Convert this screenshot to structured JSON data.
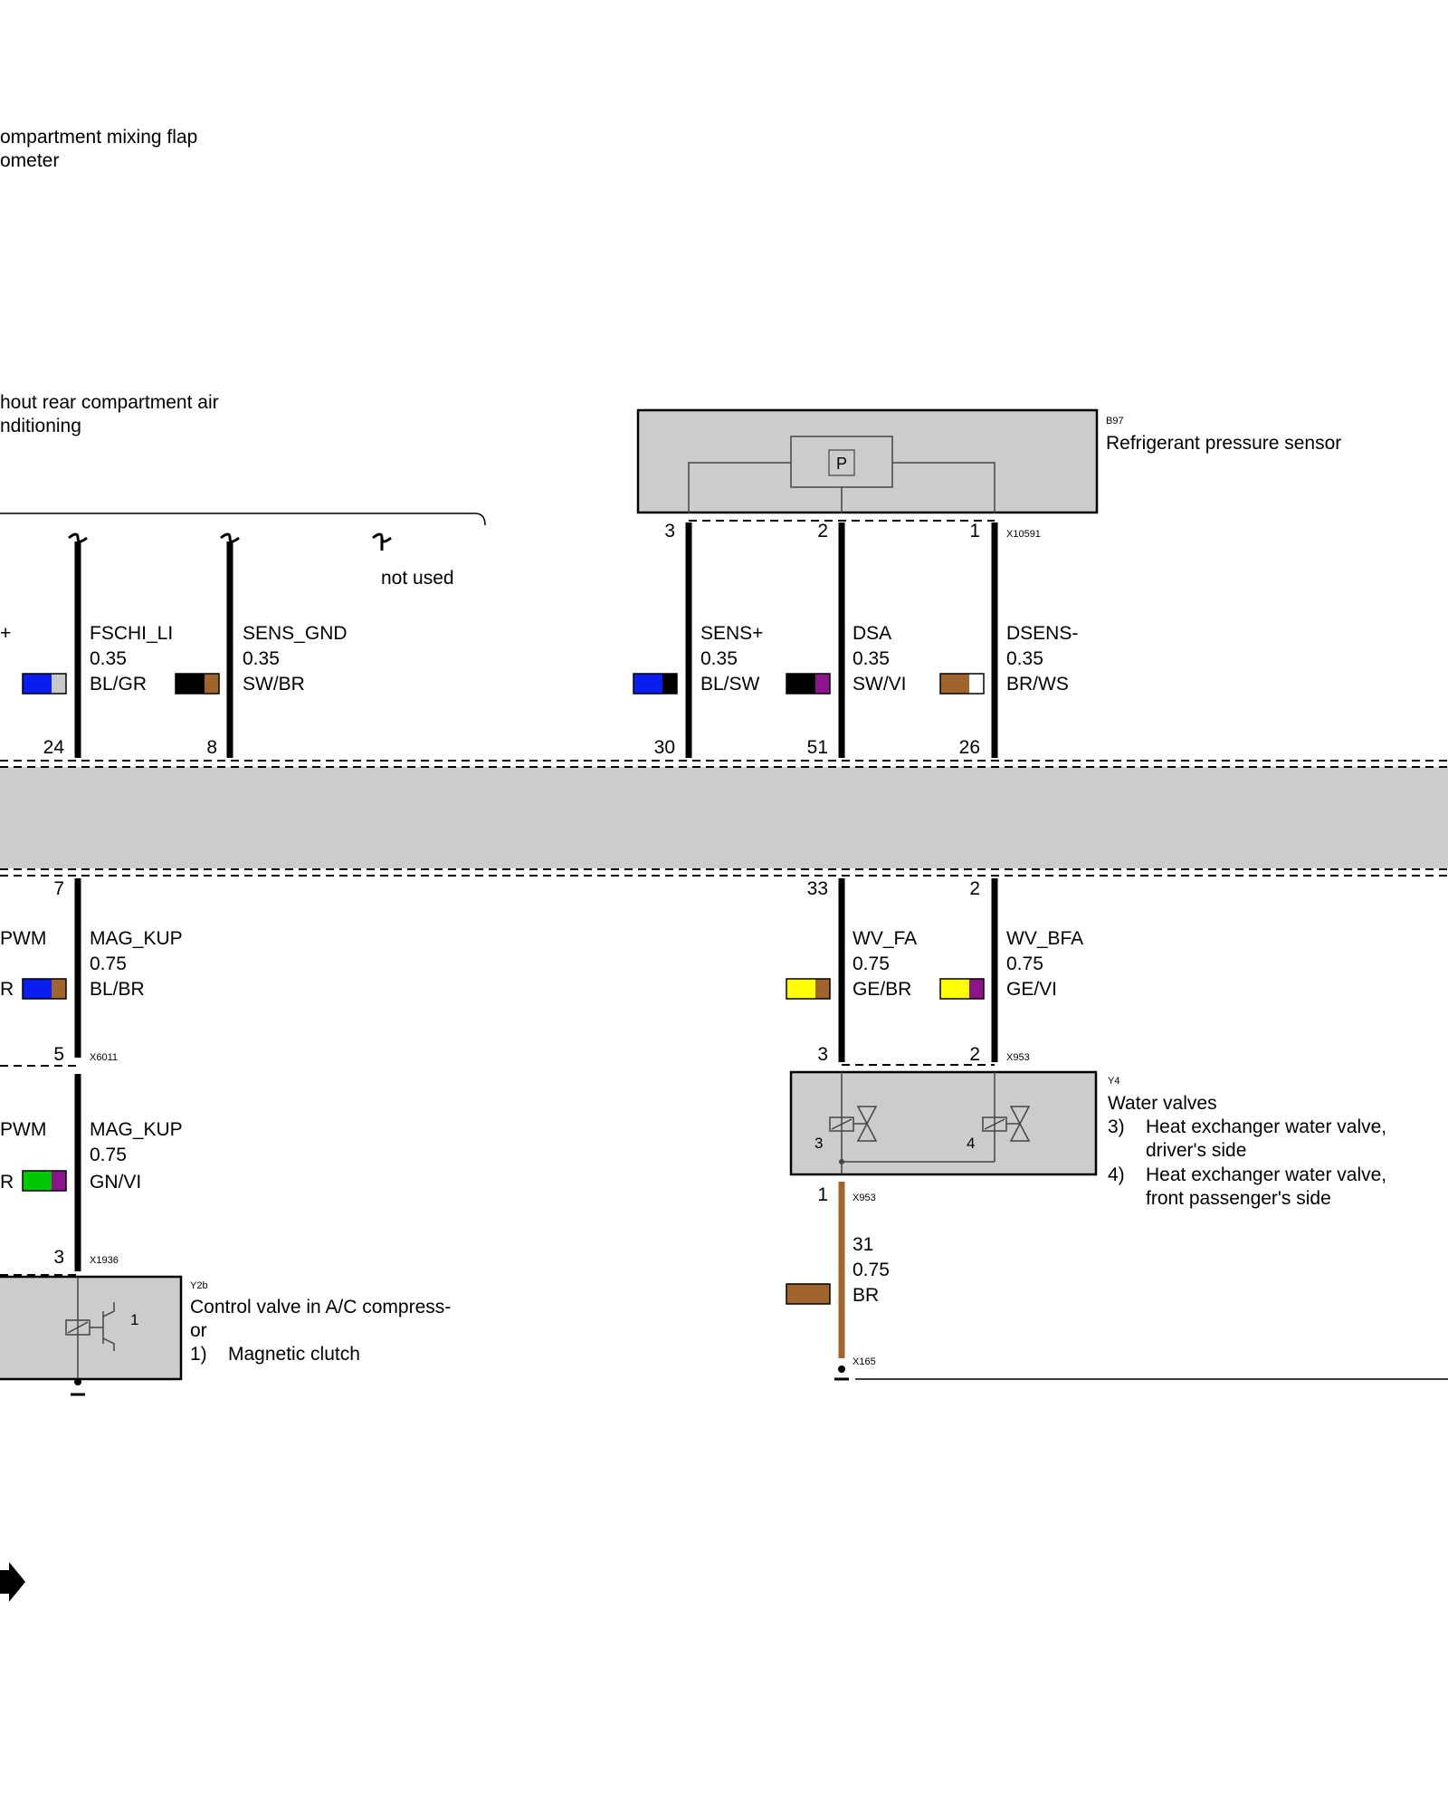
{
  "top_notes": {
    "line1": "ompartment mixing flap",
    "line2": "ometer",
    "line3": "hout rear compartment air",
    "line4": "nditioning",
    "not_used": "not used"
  },
  "sensor": {
    "tag": "B97",
    "name": "Refrigerant pressure sensor",
    "symbol": "P",
    "connector": "X10591",
    "pins": [
      "3",
      "2",
      "1"
    ]
  },
  "upper_wires": [
    {
      "id": "partial",
      "signal": "+",
      "size": "",
      "color": "",
      "pin": "24",
      "swatch": [
        "#0a1ef0",
        "#c8c8c8"
      ]
    },
    {
      "id": "fschi",
      "signal": "FSCHI_LI",
      "size": "0.35",
      "color": "BL/GR",
      "pin": "8",
      "swatch": [
        "#000000",
        "#a0642d"
      ]
    },
    {
      "id": "sens_gnd",
      "signal": "SENS_GND",
      "size": "0.35",
      "color": "SW/BR",
      "pin": "",
      "swatch": []
    },
    {
      "id": "sens_plus",
      "signal": "SENS+",
      "size": "0.35",
      "color": "BL/SW",
      "pin": "30",
      "swatch": [
        "#0a1ef0",
        "#000000"
      ]
    },
    {
      "id": "dsa",
      "signal": "DSA",
      "size": "0.35",
      "color": "SW/VI",
      "pin": "51",
      "swatch": [
        "#000000",
        "#8c148c"
      ]
    },
    {
      "id": "dsens",
      "signal": "DSENS-",
      "size": "0.35",
      "color": "BR/WS",
      "pin": "26",
      "swatch": [
        "#a0642d",
        "#ffffff"
      ]
    }
  ],
  "lower_wires": {
    "pwm1": "PWM",
    "r1": "R",
    "mag1_signal": "MAG_KUP",
    "mag1_size": "0.75",
    "mag1_color": "BL/BR",
    "mag1_pin_top": "7",
    "mag1_pin_bottom": "5",
    "mag1_connector": "X6011",
    "pwm2": "PWM",
    "r2": "R",
    "mag2_signal": "MAG_KUP",
    "mag2_size": "0.75",
    "mag2_color": "GN/VI",
    "mag2_pin": "3",
    "mag2_connector": "X1936",
    "wvfa_signal": "WV_FA",
    "wvfa_size": "0.75",
    "wvfa_color": "GE/BR",
    "wvfa_pin_top": "33",
    "wvfa_pin_bottom": "3",
    "wvbfa_signal": "WV_BFA",
    "wvbfa_size": "0.75",
    "wvbfa_color": "GE/VI",
    "wvbfa_pin_top": "2",
    "wvbfa_pin_bottom": "2",
    "wv_connector": "X953"
  },
  "control_valve": {
    "tag": "Y2b",
    "name_line1": "Control valve in A/C compress-",
    "name_line2": "or",
    "item_num": "1)",
    "item_text": "Magnetic clutch",
    "inner_label": "1"
  },
  "water_valves": {
    "tag": "Y4",
    "name": "Water valves",
    "item3_num": "3)",
    "item3_line1": "Heat exchanger water valve,",
    "item3_line2": "driver's side",
    "item4_num": "4)",
    "item4_line1": "Heat exchanger water valve,",
    "item4_line2": "front passenger's side",
    "inner3": "3",
    "inner4": "4",
    "ground_pin": "1",
    "ground_connector": "X953",
    "ground_signal": "31",
    "ground_size": "0.75",
    "ground_color": "BR",
    "ground_point": "X165"
  },
  "colors": {
    "module_fill": "#cccccc",
    "wire": "#000000",
    "brown_wire": "#a0642d",
    "blue": "#0a1ef0",
    "green": "#00c800",
    "yellow": "#ffff00",
    "violet": "#8c148c",
    "grey": "#c8c8c8"
  }
}
